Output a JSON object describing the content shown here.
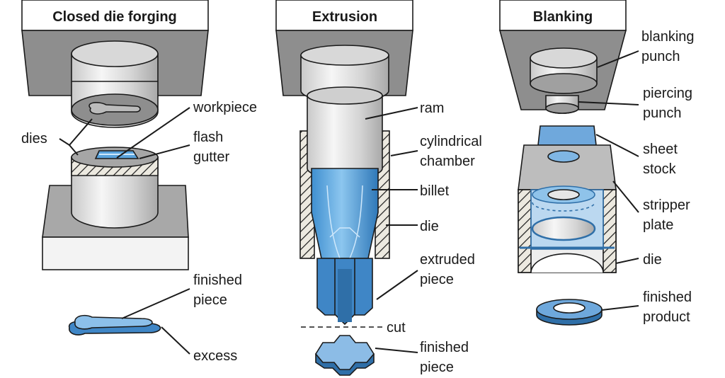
{
  "panels": [
    {
      "title": "Closed die forging",
      "labels": {
        "workpiece": "workpiece",
        "dies": "dies",
        "flash_gutter": [
          "flash",
          "gutter"
        ],
        "finished_piece": [
          "finished",
          "piece"
        ],
        "excess": "excess"
      }
    },
    {
      "title": "Extrusion",
      "labels": {
        "ram": "ram",
        "cylindrical_chamber": [
          "cylindrical",
          "chamber"
        ],
        "billet": "billet",
        "die": "die",
        "extruded_piece": [
          "extruded",
          "piece"
        ],
        "cut": "cut",
        "finished_piece": [
          "finished",
          "piece"
        ]
      }
    },
    {
      "title": "Blanking",
      "labels": {
        "blanking_punch": [
          "blanking",
          "punch"
        ],
        "piercing_punch": [
          "piercing",
          "punch"
        ],
        "sheet_stock": [
          "sheet",
          "stock"
        ],
        "stripper_plate": [
          "stripper",
          "plate"
        ],
        "die": "die",
        "finished_product": [
          "finished",
          "product"
        ]
      }
    }
  ],
  "colors": {
    "press_gray": "#8e8e8e",
    "steel_light": "#e6e6e6",
    "steel_mid": "#bdbdbd",
    "blue_light": "#8fc3ea",
    "blue_mid": "#4a9ad8",
    "blue_dark": "#2f6fa8",
    "outline": "#1a1a1a"
  }
}
